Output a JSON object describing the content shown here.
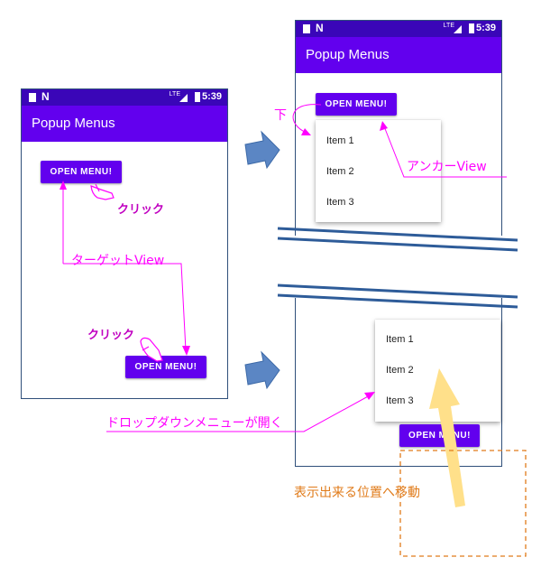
{
  "app": {
    "title": "Popup Menus",
    "status_time": "5:39",
    "status_network": "LTE",
    "status_n": "N",
    "button_label": "OPEN MENU!"
  },
  "menu": {
    "items": [
      "Item 1",
      "Item 2",
      "Item 3"
    ]
  },
  "annotations": {
    "click": "クリック",
    "target_view": "ターゲットView",
    "below": "下",
    "anchor_view": "アンカーView",
    "dropdown_opens": "ドロップダウンメニューが開く",
    "moves_to_visible": "表示出来る位置へ移動"
  },
  "colors": {
    "primary": "#6200ee",
    "status_bar": "#3a06b8",
    "annotation": "#ff00ff",
    "click_text": "#c000c0",
    "orange": "#e07b1a",
    "arrow_blue": "#5b86c4",
    "big_arrow": "#ffe08a",
    "divider": "#2e5c99"
  }
}
